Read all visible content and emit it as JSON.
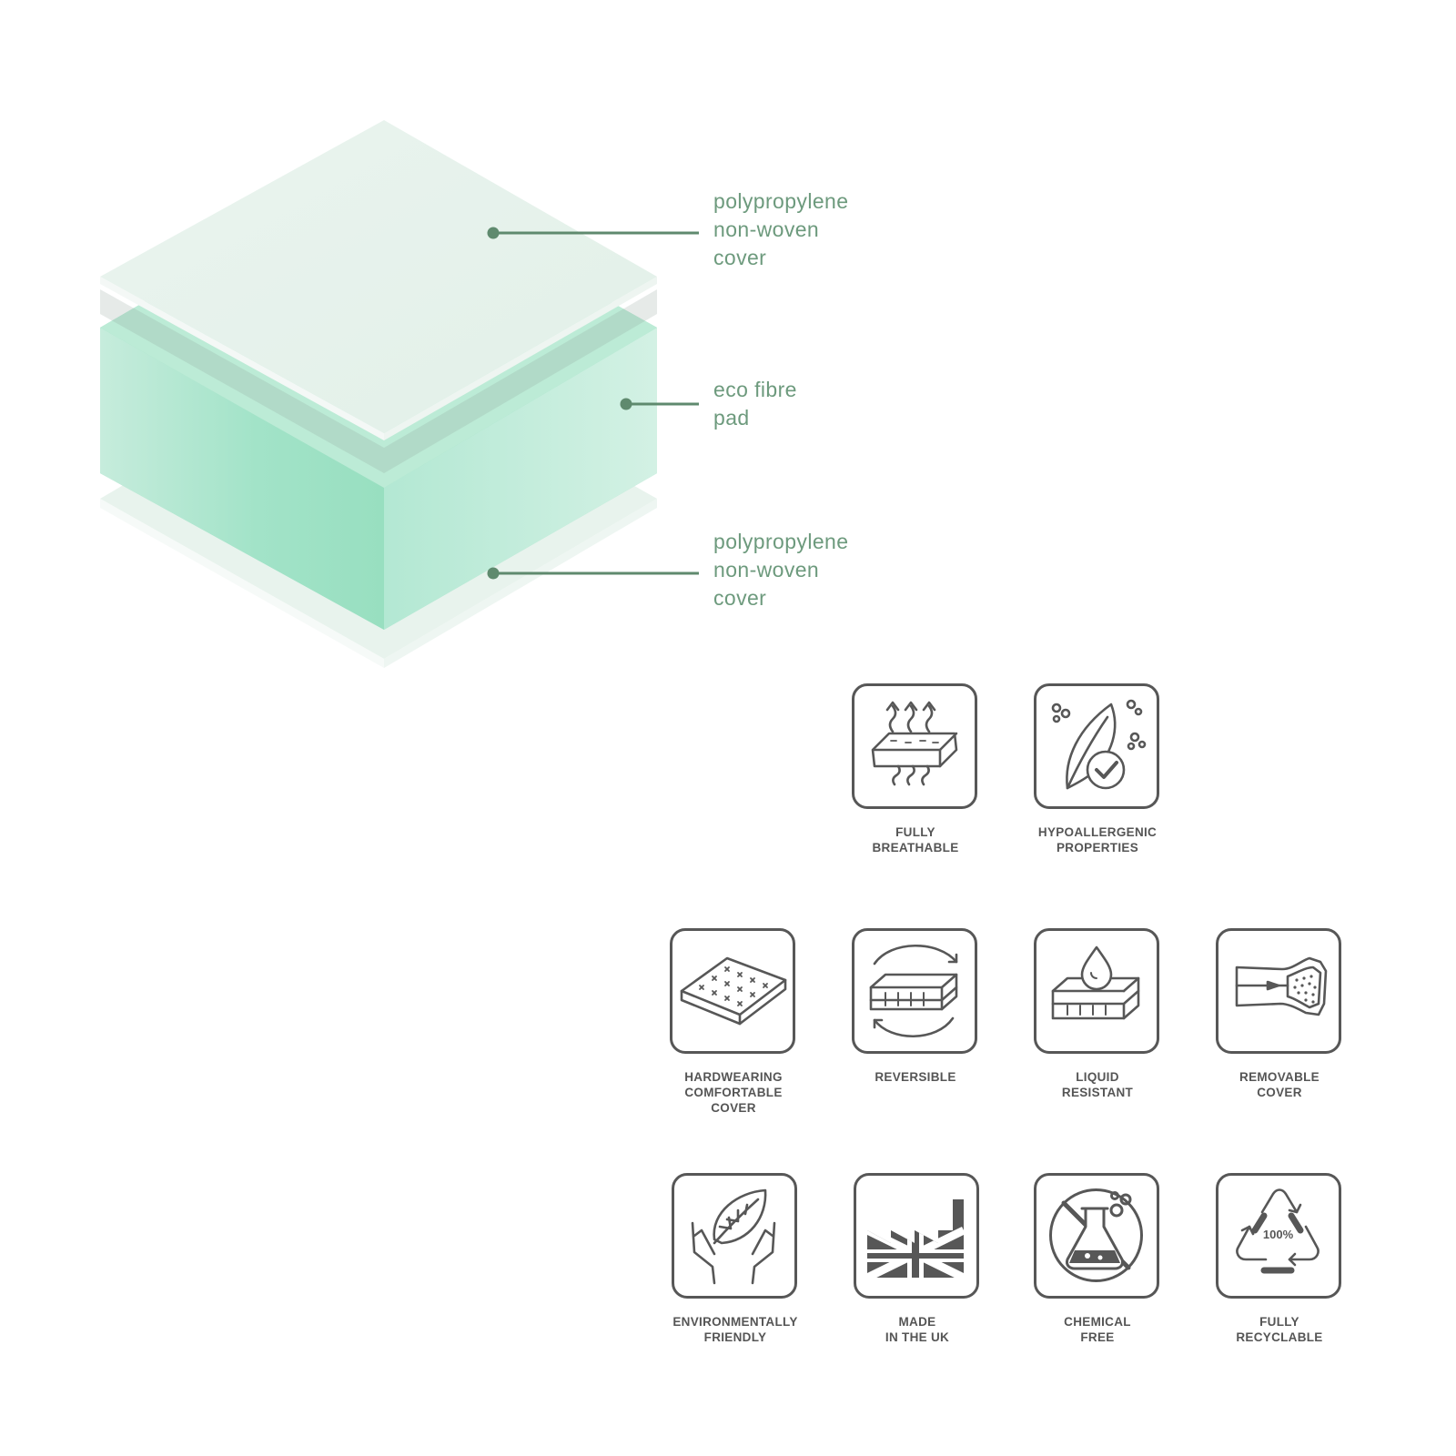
{
  "colors": {
    "label_text": "#6d9a7d",
    "leader_line": "#5f8a6e",
    "cover_layer": "#e6f2ec",
    "fibre_pad": "#9fe3c6",
    "icon_stroke": "#575757",
    "caption_text": "#555555"
  },
  "layers": [
    {
      "id": "top-cover",
      "lines": [
        "polypropylene",
        "non-woven",
        "cover"
      ]
    },
    {
      "id": "fibre-pad",
      "lines": [
        "eco fibre",
        "pad"
      ]
    },
    {
      "id": "bottom-cover",
      "lines": [
        "polypropylene",
        "non-woven",
        "cover"
      ]
    }
  ],
  "features": [
    {
      "icon": "breathable-mattress-icon",
      "lines": [
        "FULLY",
        "BREATHABLE"
      ]
    },
    {
      "icon": "hypoallergenic-feather-icon",
      "lines": [
        "HYPOALLERGENIC",
        "PROPERTIES"
      ]
    },
    {
      "icon": "quilted-mattress-icon",
      "lines": [
        "HARDWEARING",
        "COMFORTABLE",
        "COVER"
      ]
    },
    {
      "icon": "reversible-mattress-icon",
      "lines": [
        "REVERSIBLE"
      ]
    },
    {
      "icon": "liquid-drop-mattress-icon",
      "lines": [
        "LIQUID",
        "RESISTANT"
      ]
    },
    {
      "icon": "zip-cover-icon",
      "lines": [
        "REMOVABLE",
        "COVER"
      ]
    },
    {
      "icon": "hands-leaf-icon",
      "lines": [
        "ENVIRONMENTALLY",
        "FRIENDLY"
      ]
    },
    {
      "icon": "uk-factory-icon",
      "lines": [
        "MADE",
        "IN THE UK"
      ]
    },
    {
      "icon": "no-chemicals-icon",
      "lines": [
        "CHEMICAL",
        "FREE"
      ]
    },
    {
      "icon": "recycle-icon",
      "lines": [
        "FULLY",
        "RECYCLABLE"
      ],
      "badge_text": "100%"
    }
  ]
}
